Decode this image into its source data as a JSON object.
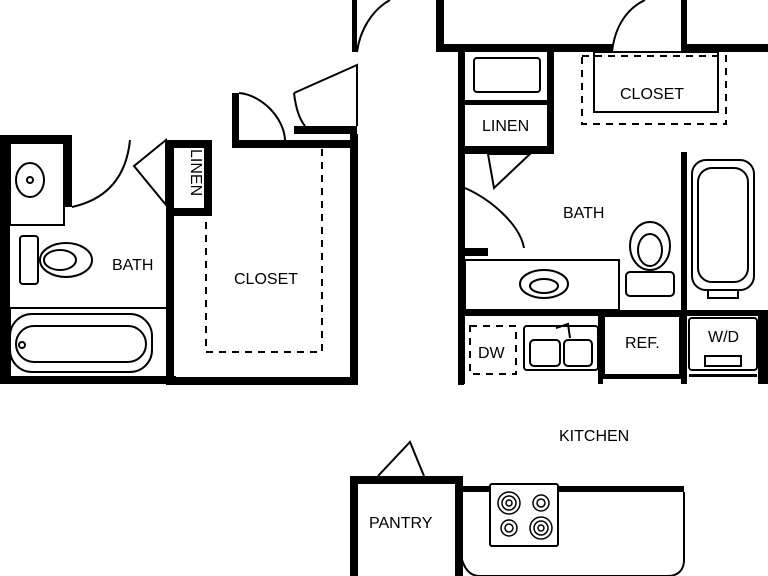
{
  "labels": {
    "bath_left": "BATH",
    "linen_left": "LINEN",
    "closet_left": "CLOSET",
    "closet_right": "CLOSET",
    "linen_right": "LINEN",
    "bath_right": "BATH",
    "dw": "DW",
    "ref": "REF.",
    "wd": "W/D",
    "kitchen": "KITCHEN",
    "pantry": "PANTRY"
  },
  "colors": {
    "wall": "#000000",
    "background": "#ffffff"
  }
}
